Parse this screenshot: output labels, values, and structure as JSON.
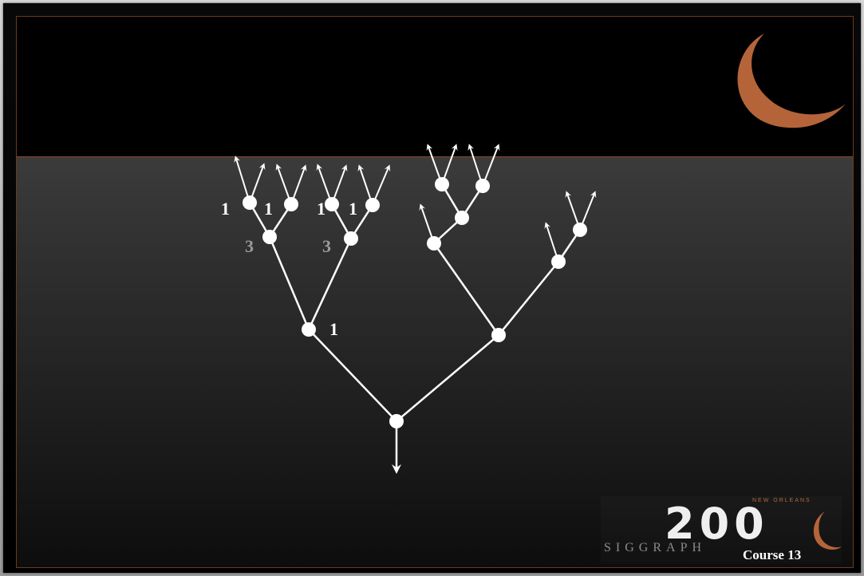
{
  "diagram": {
    "labels": {
      "leaf_a": "1",
      "leaf_b": "1",
      "leaf_c": "1",
      "leaf_d": "1",
      "mid_left": "3",
      "mid_right": "3",
      "sub_root": "1"
    }
  },
  "branding": {
    "logo_year": "200",
    "logo_wordmark": "SIGGRAPH",
    "logo_tagline": "NEW ORLEANS",
    "course": "Course 13"
  },
  "colors": {
    "accent_orange": "#b5643a",
    "frame_line": "#8a4a22",
    "label_white": "#ffffff",
    "label_gray": "#9a9a9a"
  }
}
